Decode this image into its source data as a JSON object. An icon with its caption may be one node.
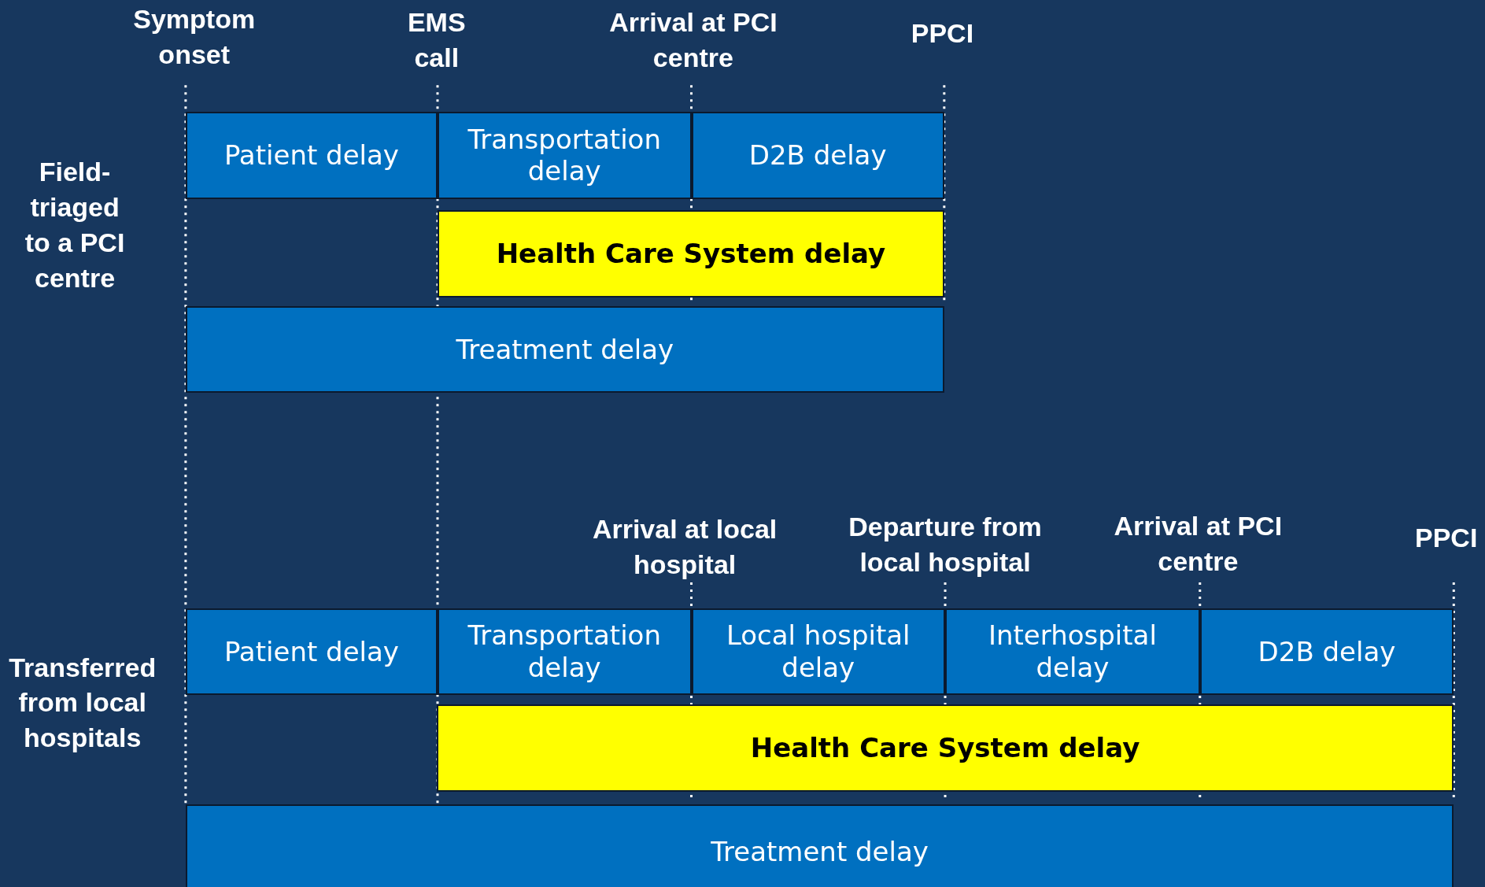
{
  "diagram": {
    "nodes": [
      {
        "text": [
          "Patient delay"
        ]
      },
      {
        "text": [
          "Transportation delay"
        ]
      },
      {
        "text": [
          "D2B delay"
        ]
      },
      {
        "text": [
          "Health Care System delay"
        ]
      },
      {
        "text": [
          "Treatment delay"
        ]
      },
      {
        "text": [
          "Patient delay"
        ]
      },
      {
        "text": [
          "Transportation delay"
        ]
      },
      {
        "text": [
          "Local hospital delay"
        ]
      },
      {
        "text": [
          "Interhospital delay"
        ]
      },
      {
        "text": [
          "D2B delay"
        ]
      },
      {
        "text": [
          "Health Care System delay"
        ]
      },
      {
        "text": [
          "Treatment delay"
        ]
      }
    ],
    "labels": [
      "Symptom onset",
      "EMS call",
      "Arrival at PCI centre",
      "PPCI",
      "Field-triaged to a PCI centre",
      "Arrival at local hospital",
      "Departure from local hospital",
      "Arrival at PCI centre",
      "PPCI",
      "Transferred from local hospitals"
    ]
  }
}
